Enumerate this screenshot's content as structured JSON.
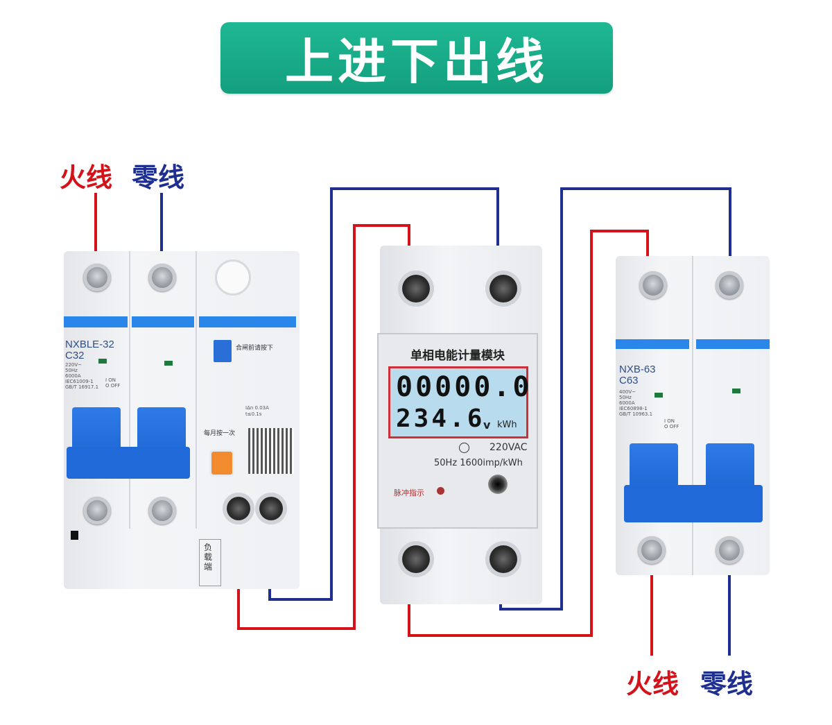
{
  "banner": {
    "title": "上进下出线"
  },
  "labels": {
    "top_live": "火线",
    "top_neutral": "零线",
    "bottom_live": "火线",
    "bottom_neutral": "零线"
  },
  "left_breaker": {
    "model": "NXBLE-32",
    "rating": "C32",
    "specs": "220V~\n50Hz\n6000A\nIEC61009-1\nGB/T 16917.1",
    "on_off": "I ON\nO OFF",
    "close_hint": "合闸前请按下",
    "test_hint": "每月按一次",
    "leak_specs": "IΔn 0.03A\nt≤0.1s",
    "load_side": "负载端"
  },
  "meter": {
    "title": "单相电能计量模块",
    "reading": "00000.0",
    "voltage": "234.6",
    "voltage_unit": "v",
    "energy_unit": "kWh",
    "supply": "220VAC",
    "pulse_spec": "50Hz 1600imp/kWh",
    "pulse_label": "脉冲指示"
  },
  "right_breaker": {
    "model": "NXB-63",
    "rating": "C63",
    "specs": "400V~\n50Hz\n6000A\nIEC60898-1\nGB/T 10963.1",
    "on_off": "I ON\nO OFF"
  },
  "colors": {
    "live": "#d4121a",
    "neutral": "#1f2f8f",
    "banner": "#18aa87",
    "device_blue": "#2a86e8"
  }
}
